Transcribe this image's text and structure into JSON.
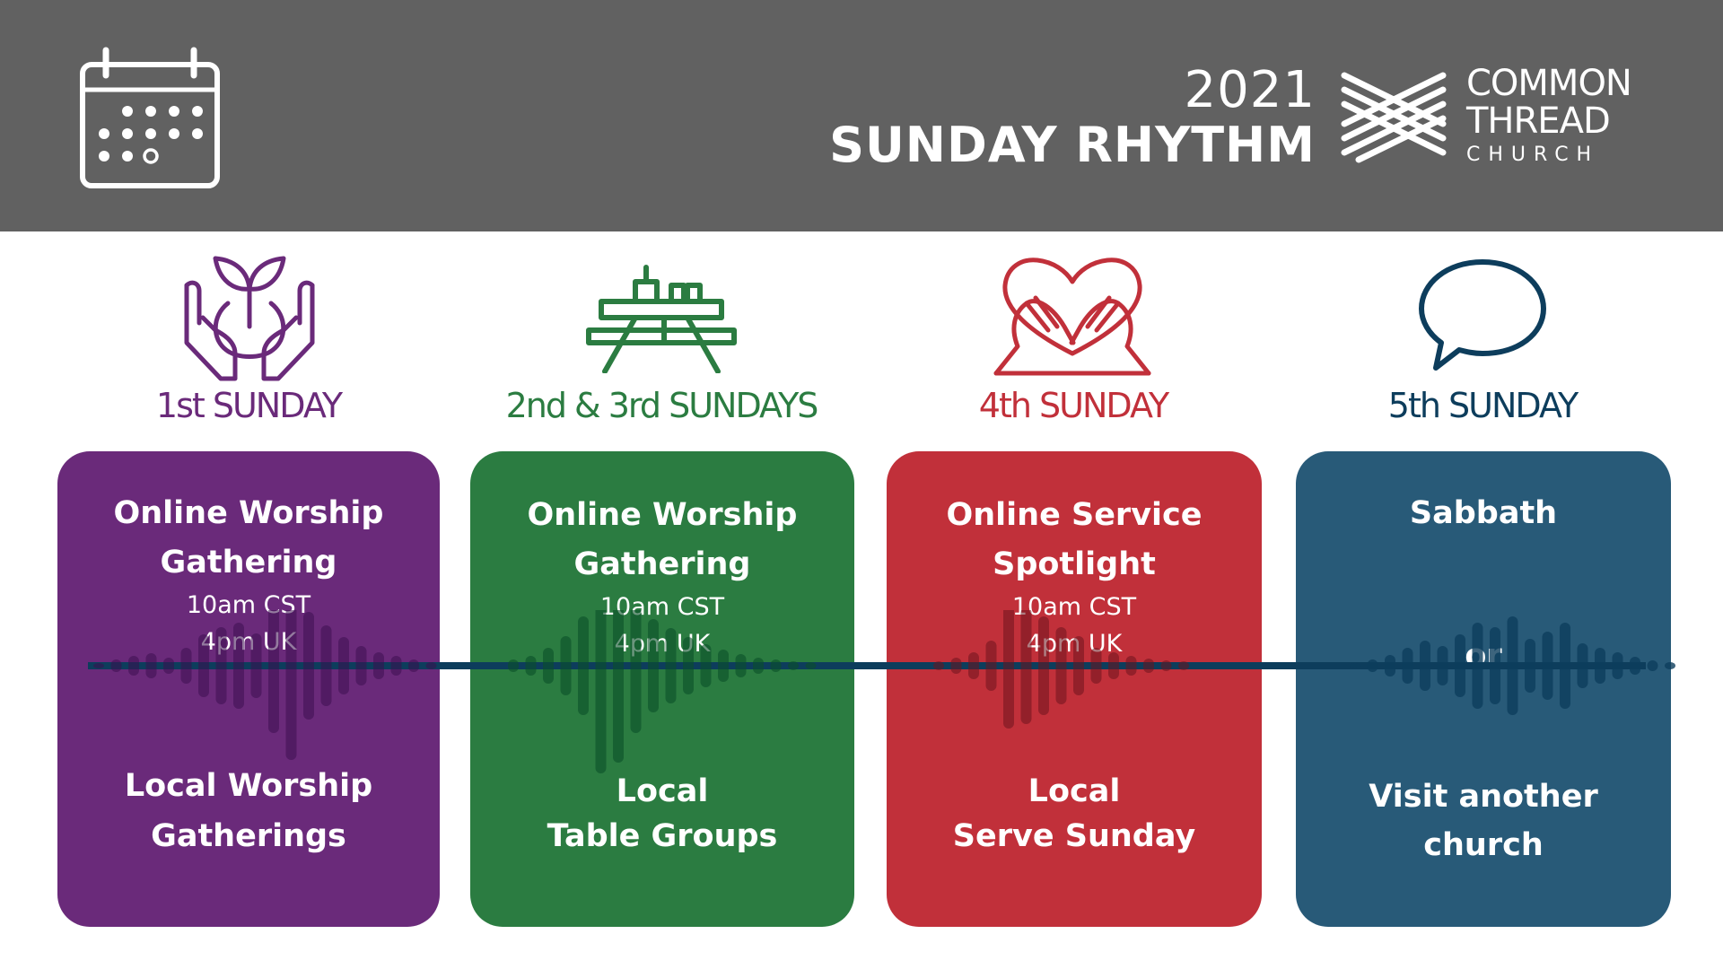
{
  "header": {
    "year": "2021",
    "title": "SUNDAY RHYTHM",
    "logo_line1": "COMMON",
    "logo_line2": "THREAD",
    "logo_line3": "CHURCH",
    "icon": "calendar-icon"
  },
  "colors": {
    "header_bg": "#616161",
    "purple": "#6a2a7a",
    "green": "#2b7c41",
    "red": "#c1303a",
    "blue": "#285a78",
    "wave_dark": "#0d3d5c"
  },
  "columns": [
    {
      "label": "1st SUNDAY",
      "icon": "hands-plant-icon",
      "online_title_1": "Online Worship",
      "online_title_2": "Gathering",
      "time_1": "10am CST",
      "time_2": "4pm UK",
      "local_1": "Local Worship",
      "local_2": "Gatherings"
    },
    {
      "label": "2nd & 3rd SUNDAYS",
      "icon": "picnic-table-icon",
      "online_title_1": "Online Worship",
      "online_title_2": "Gathering",
      "time_1": "10am CST",
      "time_2": "4pm UK",
      "local_1": "Local",
      "local_2": "Table Groups"
    },
    {
      "label": "4th SUNDAY",
      "icon": "hands-heart-icon",
      "online_title_1": "Online Service",
      "online_title_2": "Spotlight",
      "time_1": "10am CST",
      "time_2": "4pm UK",
      "local_1": "Local",
      "local_2": "Serve Sunday"
    },
    {
      "label": "5th SUNDAY",
      "icon": "speech-bubble-icon",
      "top": "Sabbath",
      "middle": "or",
      "bottom_1": "Visit another",
      "bottom_2": "church"
    }
  ]
}
